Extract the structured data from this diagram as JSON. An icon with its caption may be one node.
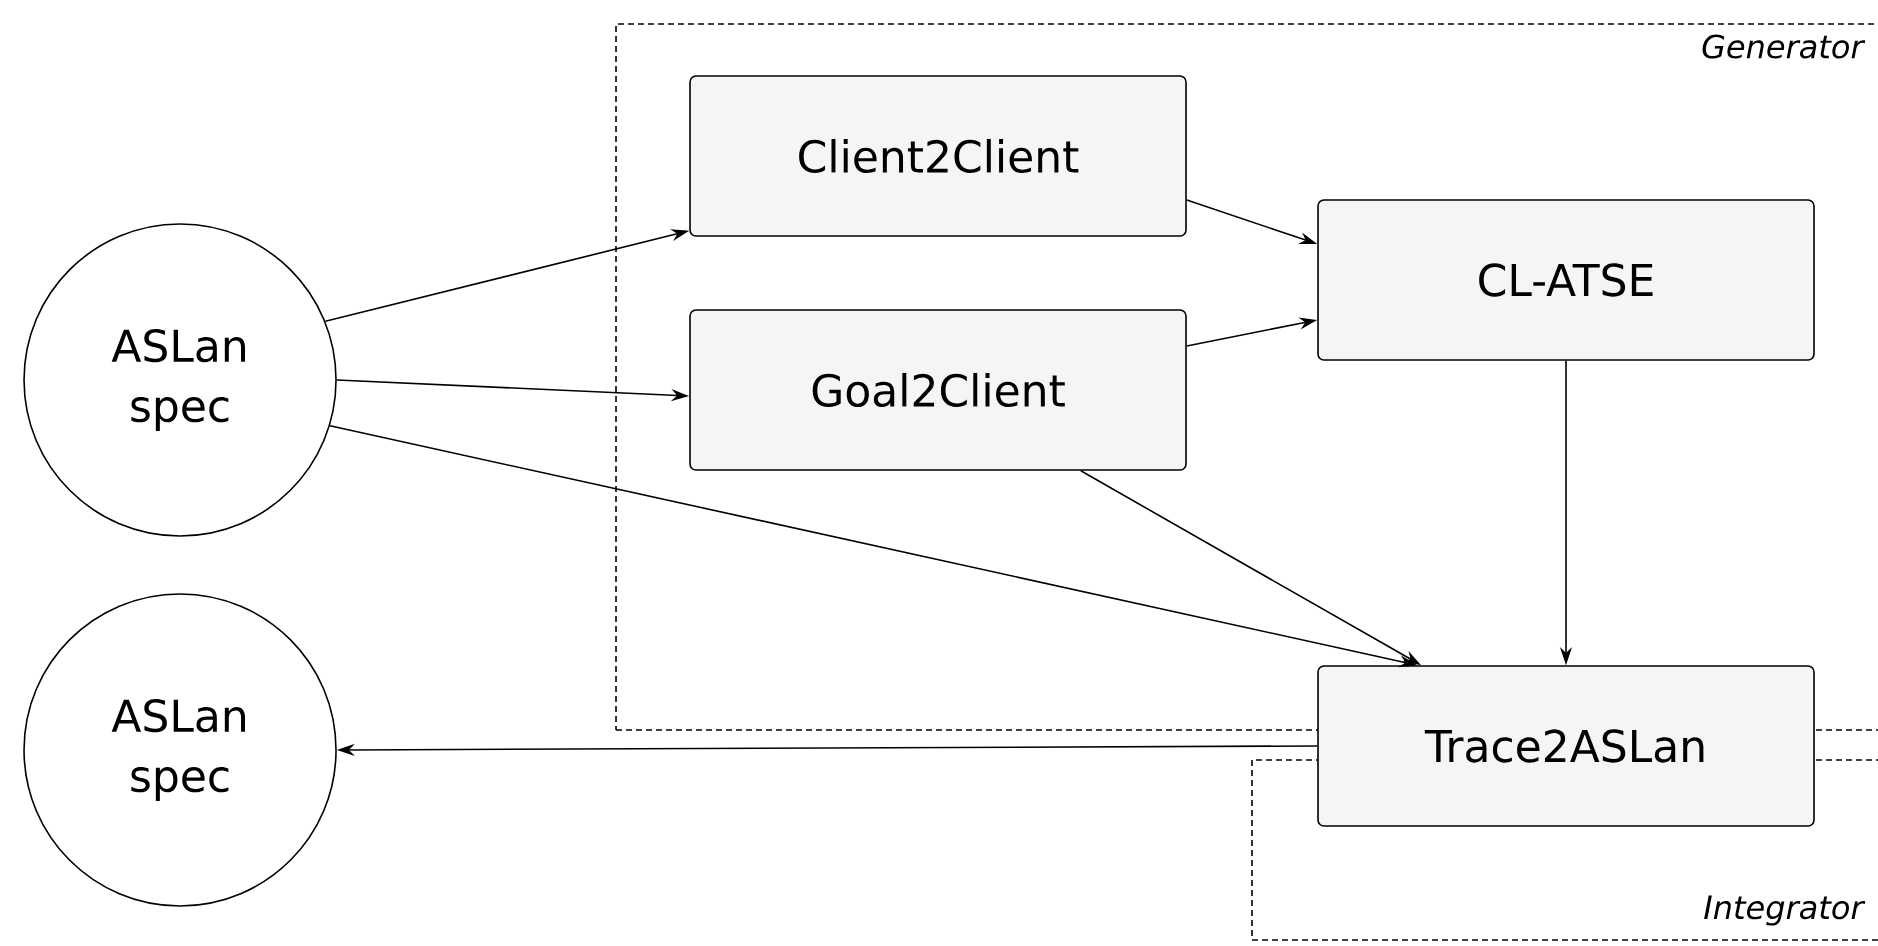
{
  "diagram": {
    "nodes": [
      {
        "text": [
          "Generator"
        ]
      },
      {
        "text": [
          "Integrator"
        ]
      },
      {
        "text": [
          "ASLan spec"
        ]
      },
      {
        "text": [
          "Client2Client"
        ],
        "in": 0
      },
      {
        "text": [
          "Goal2Client"
        ],
        "in": 0
      },
      {
        "text": [
          "CL-ATSE"
        ],
        "in": 0
      },
      {
        "text": [
          "Trace2ASLan"
        ]
      },
      {
        "text": [
          "ASLan spec"
        ]
      }
    ],
    "edges": [
      {
        "from": 2,
        "to": 3,
        "arrow": "to"
      },
      {
        "from": 2,
        "to": 4,
        "arrow": "to"
      },
      {
        "from": 2,
        "to": 6,
        "arrow": "to"
      },
      {
        "from": 3,
        "to": 5,
        "arrow": "to"
      },
      {
        "from": 4,
        "to": 5,
        "arrow": "to"
      },
      {
        "from": 4,
        "to": 6,
        "arrow": "to"
      },
      {
        "from": 5,
        "to": 6,
        "arrow": "to"
      },
      {
        "from": 6,
        "to": 7,
        "arrow": "to"
      }
    ]
  }
}
